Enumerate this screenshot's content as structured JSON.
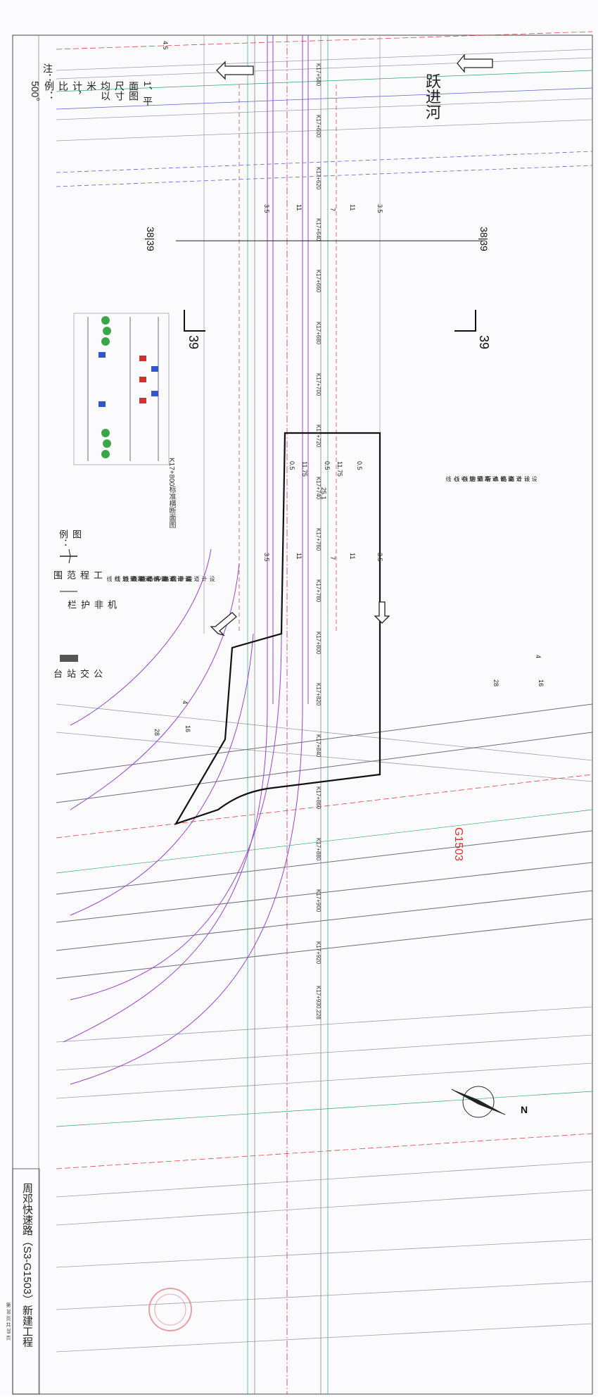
{
  "notes": {
    "heading": "注：",
    "line1": "1、平面图尺寸均以米计，比例：500。"
  },
  "river": {
    "label": "跃进河"
  },
  "road": {
    "label": "G1503"
  },
  "section_marks": {
    "top_left": "38|39",
    "top_right": "38|39",
    "left_cut": "39",
    "right_cut": "39"
  },
  "legend": {
    "title": "图例：",
    "items": [
      {
        "label": "工程范围"
      },
      {
        "label": "机非护栏"
      },
      {
        "label": "公交站台"
      }
    ]
  },
  "line_legend": [
    "设计道路规划红线",
    "设计道路机动车道边线",
    "设计道路人行道边线",
    "设计道路非机动车道边线",
    "设计道路中心线"
  ],
  "line_legend_right": [
    "设计道路规划中心线",
    "设计道路机动车道中心线",
    "设计道路人行道边线"
  ],
  "stations": [
    "K17+580",
    "K17+600",
    "K17+620",
    "K17+640",
    "K17+660",
    "K17+680",
    "K17+700",
    "K17+720",
    "K17+740",
    "K17+760",
    "K17+780",
    "K17+800",
    "K17+820",
    "K17+840",
    "K17+860",
    "K17+880",
    "K17+900",
    "K17+920",
    "K17+930.228"
  ],
  "dimensions": {
    "top_widths": [
      "3.5",
      "11",
      "7",
      "11",
      "3.5"
    ],
    "mid_widths": [
      "0.5",
      "11.75",
      "0.5",
      "11.75",
      "0.5"
    ],
    "widths_2": [
      "3.5",
      "11",
      "7",
      "11",
      "3.5"
    ],
    "spacing": "25.1",
    "side_a": "4",
    "side_b": "16",
    "side_c": "28",
    "top_tick": "4.5"
  },
  "section_caption": "K17+800标准横断面图",
  "title_block": {
    "project": "周邓快速路（S3-G1503）新建工程",
    "sheet": "第 38 页  共 39 页"
  },
  "north": {
    "label": "N"
  }
}
